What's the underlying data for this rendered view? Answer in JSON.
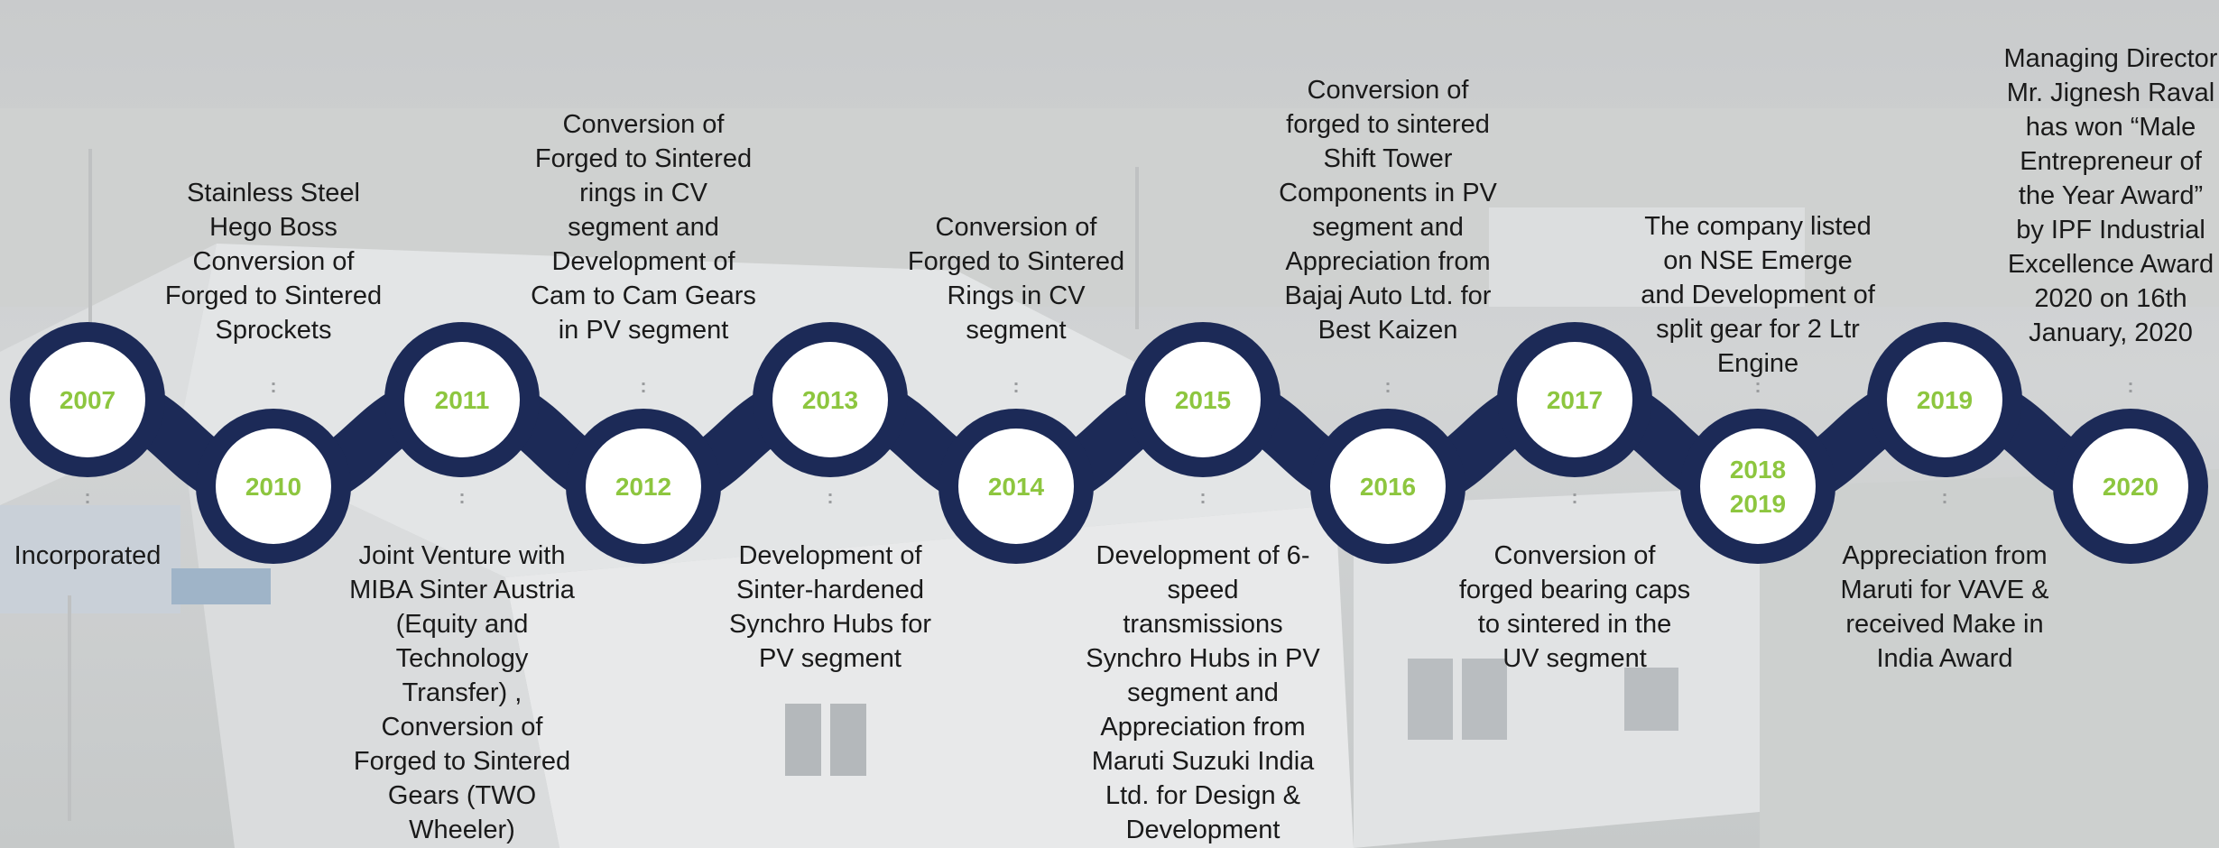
{
  "colors": {
    "ring": "#1c2a57",
    "year_text": "#8dc63f",
    "caption_text": "#1a1a1a",
    "background": "#d3d5d6"
  },
  "milestones": [
    {
      "year": "2007",
      "row": "top",
      "text": "Incorporated"
    },
    {
      "year": "2010",
      "row": "bottom",
      "text": "Stainless Steel Hego Boss Conversion of Forged to Sintered Sprockets"
    },
    {
      "year": "2011",
      "row": "top",
      "text": "Joint Venture with MIBA Sinter Austria (Equity and Technology Transfer) , Conversion of Forged to Sintered Gears (TWO Wheeler)"
    },
    {
      "year": "2012",
      "row": "bottom",
      "text": "Conversion of Forged to Sintered rings in CV segment and Development of Cam to Cam Gears in PV segment"
    },
    {
      "year": "2013",
      "row": "top",
      "text": "Development of Sinter-hardened Synchro Hubs for PV segment"
    },
    {
      "year": "2014",
      "row": "bottom",
      "text": "Conversion of Forged to Sintered Rings in CV segment"
    },
    {
      "year": "2015",
      "row": "top",
      "text": "Development  of 6-speed transmissions Synchro Hubs in PV segment and Appreciation from Maruti Suzuki India Ltd. for Design & Development"
    },
    {
      "year": "2016",
      "row": "bottom",
      "text": "Conversion of forged to sintered Shift Tower Components in PV segment and Appreciation from Bajaj Auto Ltd. for Best Kaizen"
    },
    {
      "year": "2017",
      "row": "top",
      "text": "Conversion of forged bearing caps to sintered in the UV segment"
    },
    {
      "year": "2018\n2019",
      "row": "bottom",
      "text": "The company listed on NSE Emerge and Development of split gear for 2 Ltr Engine"
    },
    {
      "year": "2019",
      "row": "top",
      "text": "Appreciation from Maruti for VAVE & received Make in India Award"
    },
    {
      "year": "2020",
      "row": "bottom",
      "text": "Managing Director Mr. Jignesh Raval has won “Male Entrepreneur of the Year Award” by IPF Industrial Excellence Award 2020 on 16th January, 2020"
    }
  ]
}
